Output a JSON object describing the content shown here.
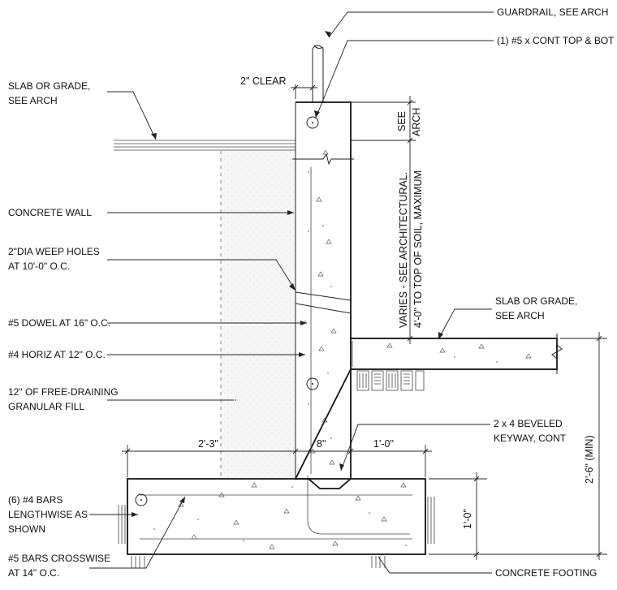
{
  "labels": {
    "guardrail": "GUARDRAIL, SEE ARCH",
    "top_bot_bars": "(1) #5 x CONT TOP & BOT",
    "slab_left_1": "SLAB OR GRADE,",
    "slab_left_2": "SEE ARCH",
    "concrete_wall": "CONCRETE WALL",
    "weep_1": "2\"DIA WEEP HOLES",
    "weep_2": "AT 10'-0\" O.C.",
    "dowel": "#5 DOWEL AT 16\" O.C.",
    "horiz": "#4 HORIZ AT 12\" O.C.",
    "fill_1": "12\" OF FREE-DRAINING",
    "fill_2": "GRANULAR FILL",
    "bars6_1": "(6) #4 BARS",
    "bars6_2": "LENGTHWISE AS",
    "bars6_3": "SHOWN",
    "bars5_1": "#5 BARS CROSSWISE",
    "bars5_2": "AT 14\" O.C.",
    "slab_right_1": "SLAB OR GRADE,",
    "slab_right_2": "SEE ARCH",
    "keyway_1": "2 x 4 BEVELED",
    "keyway_2": "KEYWAY, CONT",
    "footing": "CONCRETE FOOTING"
  },
  "dimensions": {
    "clear": "2\" CLEAR",
    "see_arch_1": "SEE",
    "see_arch_2": "ARCH",
    "varies_1": "VARIES - SEE ARCHITECTURAL.",
    "varies_2": "4'-0\" TO TOP OF SOIL, MAXIMUM",
    "left_ext": "2'-3\"",
    "wall_thk": "8\"",
    "right_ext": "1'-0\"",
    "footing_depth": "1'-0\"",
    "min_depth": "2'-6\" (MIN)"
  },
  "colors": {
    "line": "#222222",
    "fill": "#f4f4f4"
  }
}
